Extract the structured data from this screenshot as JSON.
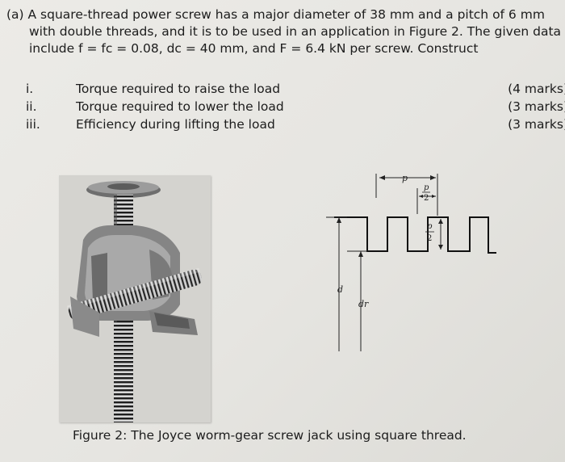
{
  "question": {
    "line1": "(a) A square-thread power screw has a major diameter of 38 mm and a pitch of 6 mm",
    "line2": "with double threads, and it is to be used in an application in Figure 2. The given data",
    "line3": "include f = fc = 0.08, dc = 40 mm, and F = 6.4 kN per screw. Construct"
  },
  "items": [
    {
      "num": "i.",
      "text": "Torque required to raise the load",
      "marks": "(4 marks)"
    },
    {
      "num": "ii.",
      "text": "Torque required to lower the load",
      "marks": "(3 marks)"
    },
    {
      "num": "iii.",
      "text": "Efficiency during lifting the load",
      "marks": "(3 marks)"
    }
  ],
  "diagram": {
    "p": "p",
    "p_half_num": "p",
    "p_half_den": "2",
    "d": "d",
    "dr": "dr"
  },
  "caption": "Figure 2: The Joyce worm-gear screw jack using square thread."
}
